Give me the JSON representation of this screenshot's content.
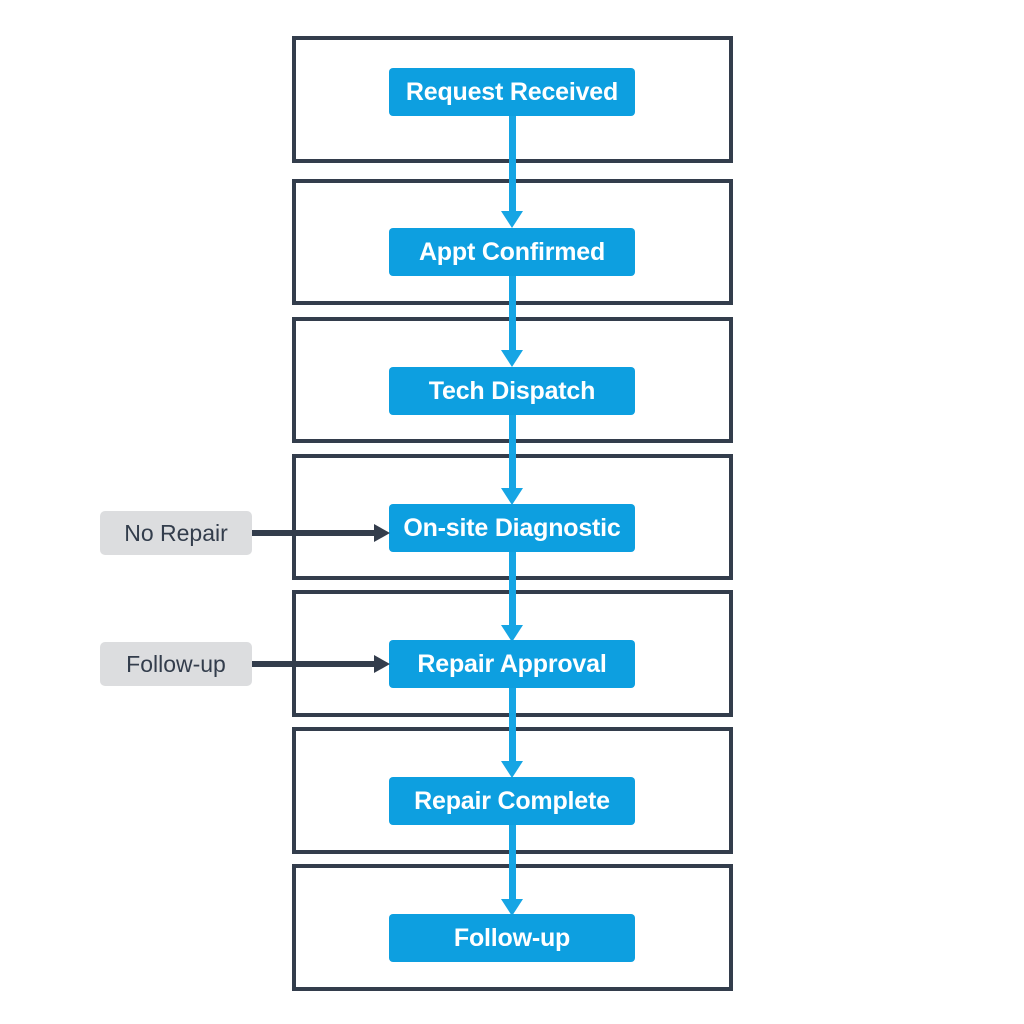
{
  "diagram": {
    "type": "flowchart",
    "orientation": "vertical",
    "title": "",
    "colors": {
      "node_fill": "#0d9fe0",
      "node_text": "#ffffff",
      "container_border": "#333d4c",
      "flow_arrow": "#16a5e4",
      "branch_arrow": "#333d4c",
      "label_fill": "#dcdddf",
      "label_text": "#333d4c",
      "background": "#ffffff"
    },
    "stages": [
      {
        "id": "request-received",
        "label": "Request Received"
      },
      {
        "id": "appt-confirmed",
        "label": "Appt Confirmed"
      },
      {
        "id": "tech-dispatch",
        "label": "Tech Dispatch"
      },
      {
        "id": "on-site-diagnostic",
        "label": "On-site Diagnostic"
      },
      {
        "id": "repair-approval",
        "label": "Repair Approval"
      },
      {
        "id": "repair-complete",
        "label": "Repair Complete"
      },
      {
        "id": "follow-up",
        "label": "Follow-up"
      }
    ],
    "branch_labels": [
      {
        "id": "no-repair",
        "label": "No Repair",
        "target": "on-site-diagnostic"
      },
      {
        "id": "follow-up-branch",
        "label": "Follow-up",
        "target": "repair-approval"
      }
    ],
    "flow_sequence": [
      "Request Received",
      "Appt Confirmed",
      "Tech Dispatch",
      "On-site Diagnostic",
      "Repair Approval",
      "Repair Complete",
      "Follow-up"
    ]
  }
}
